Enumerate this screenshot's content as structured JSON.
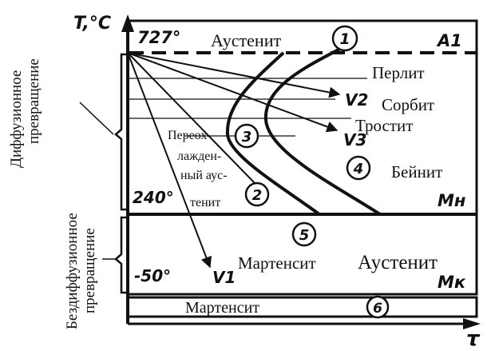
{
  "axes": {
    "y_label": "T,°C",
    "x_label": "τ"
  },
  "temperatures": {
    "a1": "727°",
    "mn": "240°",
    "mk": "-50°"
  },
  "lines": {
    "a1": "A1",
    "mn": "Mн",
    "mk": "Mк"
  },
  "side_labels": {
    "diffusion": [
      "Диффузионное",
      "превращение"
    ],
    "diffusionless": [
      "Бездиффузионное",
      "превращение"
    ]
  },
  "phases": {
    "austenite_top": "Аустенит",
    "pearlite": "Перлит",
    "sorbite": "Сорбит",
    "troostite": "Тростит",
    "bainite": "Бейнит",
    "martensite_mid": "Мартенсит",
    "austenite_mid": "Аустенит",
    "martensite_bottom": "Мартенсит",
    "supercooled": [
      "Переох-",
      "лажден-",
      "ный аус-",
      "тенит"
    ]
  },
  "rates": {
    "v1": "V1",
    "v2": "V2",
    "v3": "V3"
  },
  "regions": [
    "1",
    "2",
    "3",
    "4",
    "5",
    "6"
  ]
}
